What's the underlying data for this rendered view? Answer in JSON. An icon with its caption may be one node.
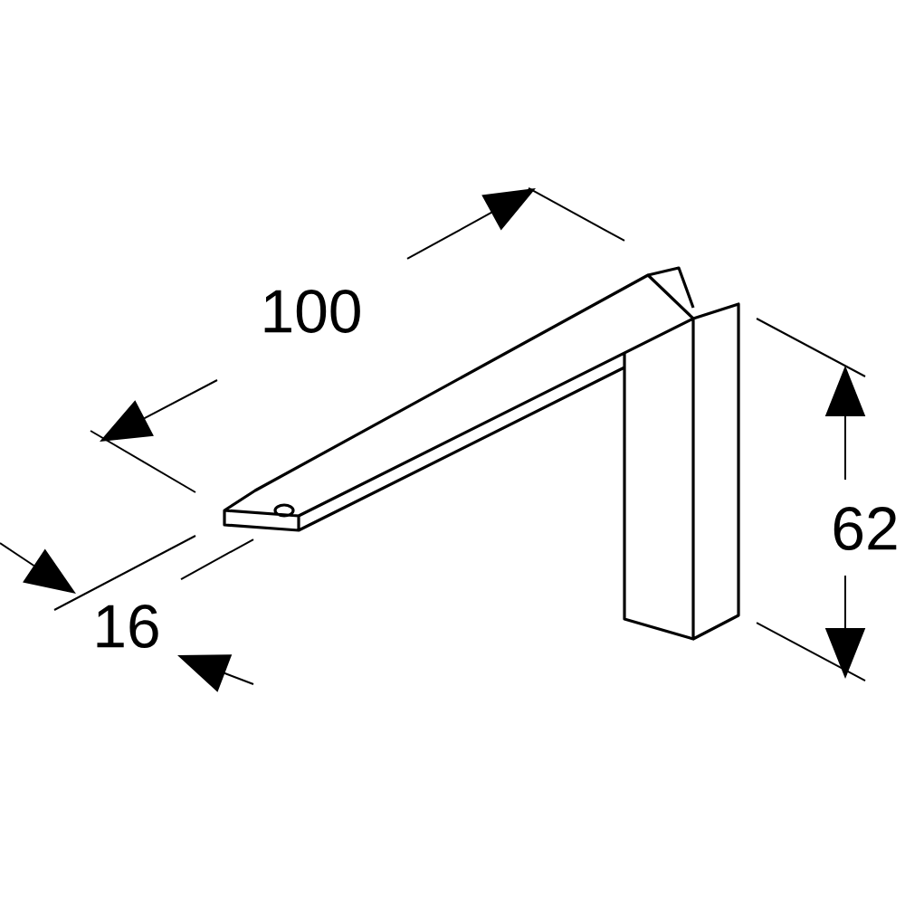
{
  "diagram": {
    "labels": [
      "100",
      "62",
      "16"
    ]
  }
}
